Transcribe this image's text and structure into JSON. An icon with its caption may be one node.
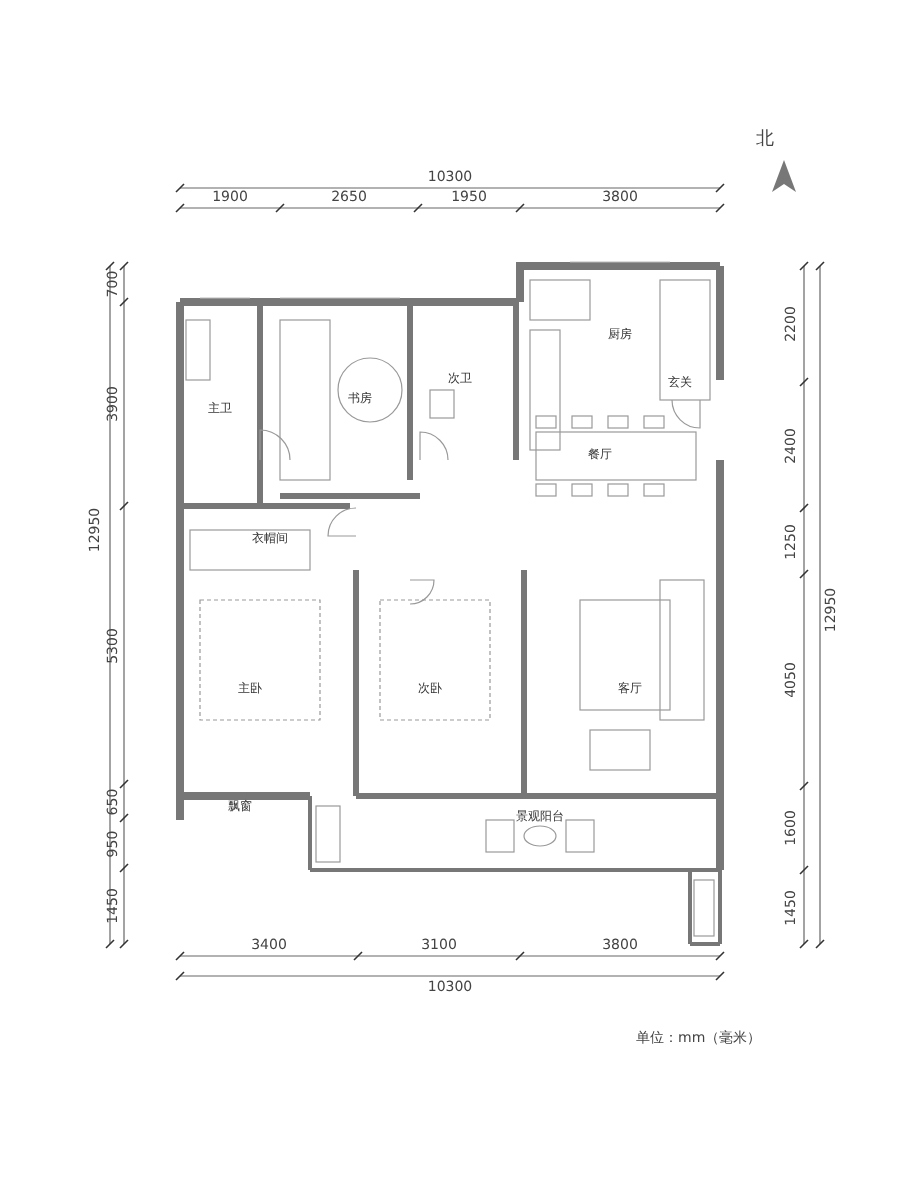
{
  "diagram": {
    "nodes": [
      {
        "text": [
          "厨房"
        ]
      },
      {
        "text": [
          "书房"
        ]
      },
      {
        "text": [
          "次卫"
        ]
      },
      {
        "text": [
          "主卫"
        ]
      },
      {
        "text": [
          "玄关"
        ]
      },
      {
        "text": [
          "餐厅"
        ]
      },
      {
        "text": [
          "衣帽间"
        ]
      },
      {
        "text": [
          "主卧"
        ]
      },
      {
        "text": [
          "次卧"
        ]
      },
      {
        "text": [
          "客厅"
        ]
      },
      {
        "text": [
          "飘窗"
        ]
      },
      {
        "text": [
          "景观阳台"
        ]
      }
    ],
    "labels": [
      "北",
      "10300",
      "1900",
      "2650",
      "1950",
      "3800",
      "700",
      "3900",
      "12950",
      "5300",
      "650",
      "950",
      "1450",
      "2200",
      "2400",
      "1250",
      "12950",
      "4050",
      "1600",
      "1450",
      "3400",
      "3100",
      "3800",
      "10300",
      "单位：mm（毫米）"
    ]
  }
}
